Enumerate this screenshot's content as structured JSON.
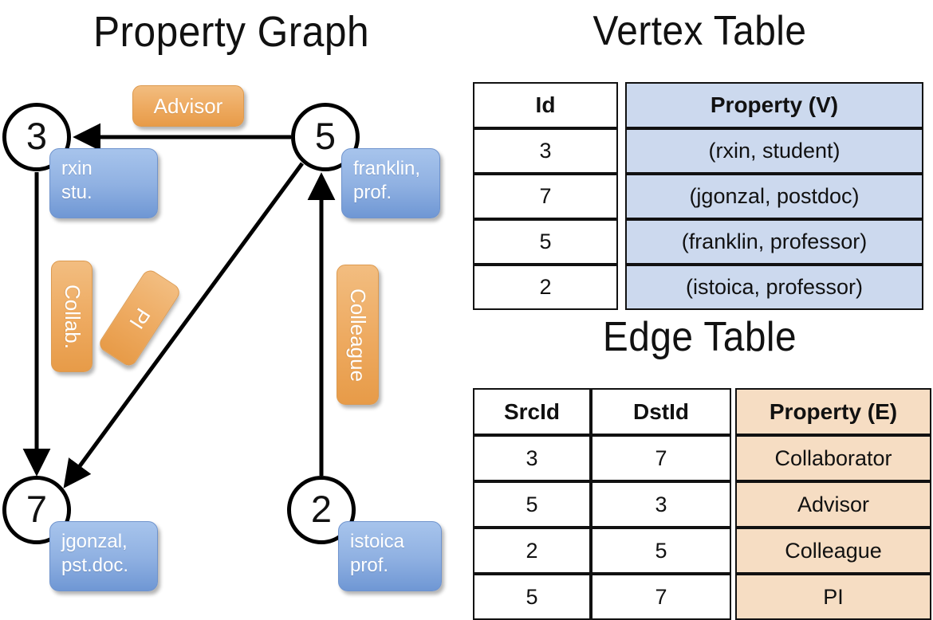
{
  "titles": {
    "property_graph": "Property Graph",
    "vertex_table": "Vertex Table",
    "edge_table": "Edge Table"
  },
  "graph": {
    "nodes": [
      {
        "id": "3",
        "label": "3",
        "property_lines": [
          "rxin",
          "stu."
        ]
      },
      {
        "id": "5",
        "label": "5",
        "property_lines": [
          "franklin,",
          "prof."
        ]
      },
      {
        "id": "7",
        "label": "7",
        "property_lines": [
          "jgonzal,",
          "pst.doc."
        ]
      },
      {
        "id": "2",
        "label": "2",
        "property_lines": [
          "istoica",
          "prof."
        ]
      }
    ],
    "edge_labels": {
      "advisor": "Advisor",
      "collab": "Collab.",
      "pi": "PI",
      "colleague": "Colleague"
    },
    "edges": [
      {
        "from": "5",
        "to": "3",
        "label": "Advisor"
      },
      {
        "from": "3",
        "to": "7",
        "label": "Collab."
      },
      {
        "from": "5",
        "to": "7",
        "label": "PI"
      },
      {
        "from": "2",
        "to": "5",
        "label": "Colleague"
      }
    ]
  },
  "vertex_table": {
    "headers": [
      "Id",
      "Property (V)"
    ],
    "rows": [
      {
        "id": "3",
        "property": "(rxin, student)"
      },
      {
        "id": "7",
        "property": "(jgonzal, postdoc)"
      },
      {
        "id": "5",
        "property": "(franklin, professor)"
      },
      {
        "id": "2",
        "property": "(istoica, professor)"
      }
    ]
  },
  "edge_table": {
    "headers": [
      "SrcId",
      "DstId",
      "Property (E)"
    ],
    "rows": [
      {
        "src": "3",
        "dst": "7",
        "property": "Collaborator"
      },
      {
        "src": "5",
        "dst": "3",
        "property": "Advisor"
      },
      {
        "src": "2",
        "dst": "5",
        "property": "Colleague"
      },
      {
        "src": "5",
        "dst": "7",
        "property": "PI"
      }
    ]
  },
  "colors": {
    "vertex_property_fill": "#ccd9ee",
    "edge_property_fill": "#f6ddc3",
    "vertex_box_blue": "#90b1e2",
    "edge_box_orange": "#eeab62",
    "stroke_black": "#111111",
    "background": "#ffffff"
  }
}
